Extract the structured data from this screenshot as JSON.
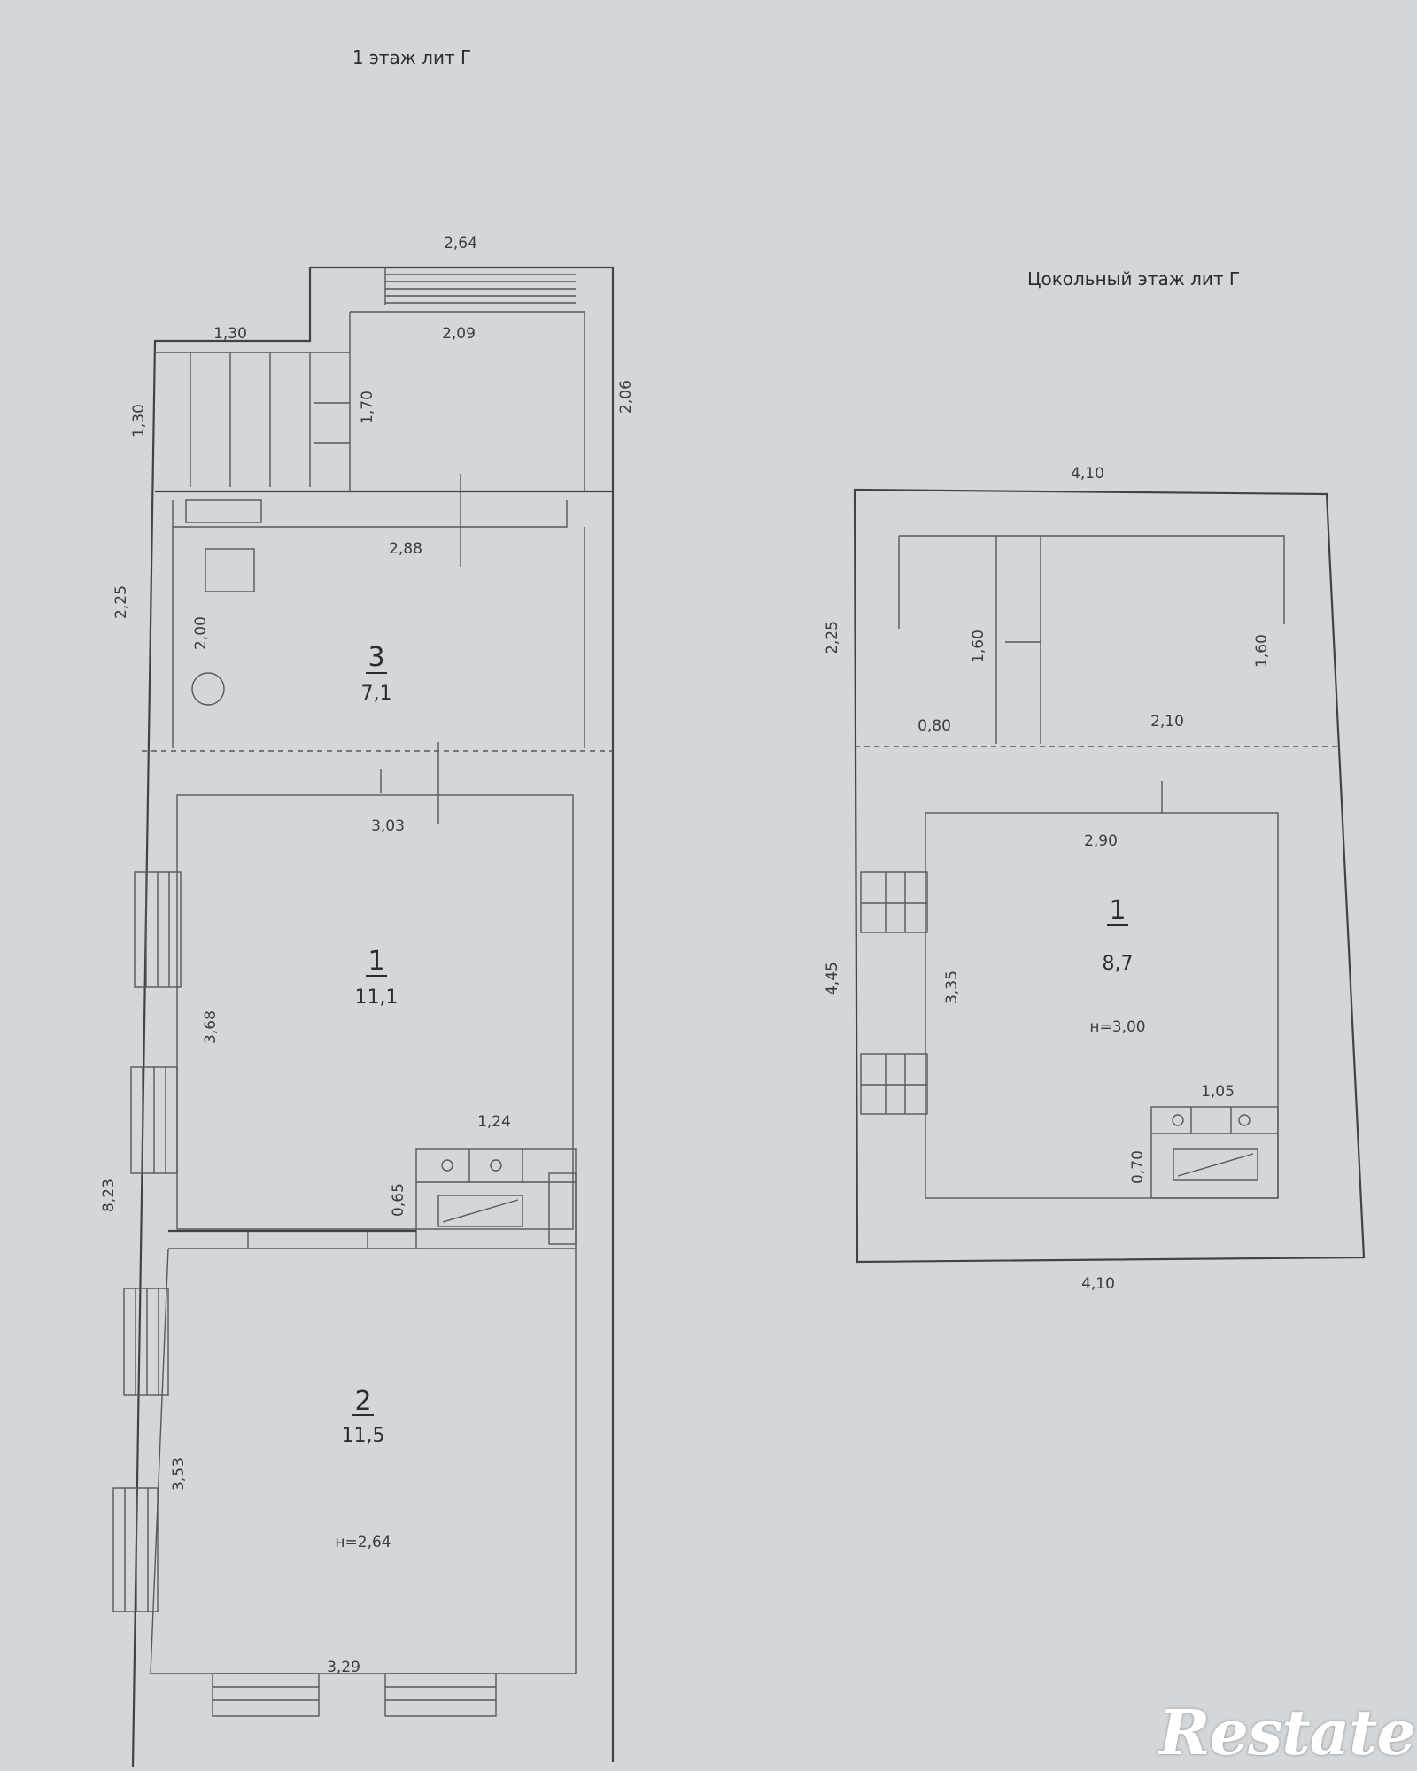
{
  "titles": {
    "floor1": "1 этаж лит Г",
    "basement": "Цокольный этаж лит Г"
  },
  "floor1": {
    "dims": {
      "top_width": "2,64",
      "porch_width": "1,30",
      "porch_height": "1,30",
      "vest_width": "2,09",
      "vest_depth": "1,70",
      "right_height": "2,06",
      "kitchen_width": "2,88",
      "kitchen_left": "2,25",
      "kitchen_inner": "2,00",
      "room1_width": "3,03",
      "room1_height": "3,68",
      "stove_width": "1,24",
      "stove_depth": "0,65",
      "total_left": "8,23",
      "room2_height": "3,53",
      "room2_width": "3,29"
    },
    "rooms": [
      {
        "num": "3",
        "area": "7,1"
      },
      {
        "num": "1",
        "area": "11,1"
      },
      {
        "num": "2",
        "area": "11,5"
      }
    ],
    "height": "н=2,64"
  },
  "basement": {
    "dims": {
      "top_width": "4,10",
      "left_upper": "2,25",
      "inner_left": "1,60",
      "inner_right": "1,60",
      "gap": "0,80",
      "inner_width": "2,10",
      "room_width": "2,90",
      "left_lower": "4,45",
      "room_height": "3,35",
      "stove_width": "1,05",
      "stove_depth": "0,70",
      "bottom_width": "4,10"
    },
    "room": {
      "num": "1",
      "area": "8,7"
    },
    "height": "н=3,00"
  },
  "watermark": "Restate"
}
